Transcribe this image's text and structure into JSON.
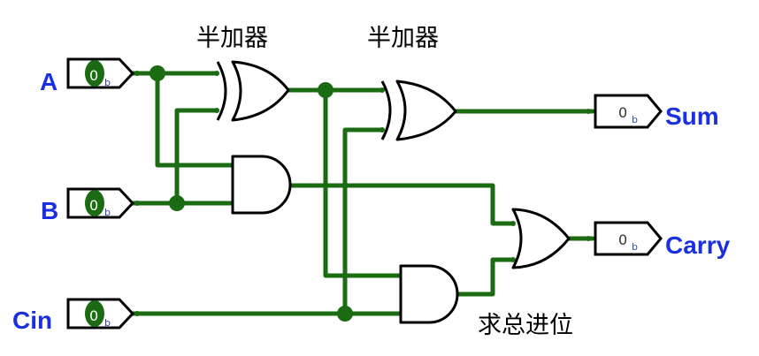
{
  "inputs": [
    {
      "label": "A",
      "value": "0",
      "radix": "b"
    },
    {
      "label": "B",
      "value": "0",
      "radix": "b"
    },
    {
      "label": "Cin",
      "value": "0",
      "radix": "b"
    }
  ],
  "outputs": [
    {
      "label": "Sum",
      "value": "0",
      "radix": "b"
    },
    {
      "label": "Carry",
      "value": "0",
      "radix": "b"
    }
  ],
  "annotations": {
    "half_adder_1": "半加器",
    "half_adder_2": "半加器",
    "carry_logic": "求总进位"
  },
  "colors": {
    "wire": "#1a6b12",
    "label": "#1a2fe0"
  }
}
